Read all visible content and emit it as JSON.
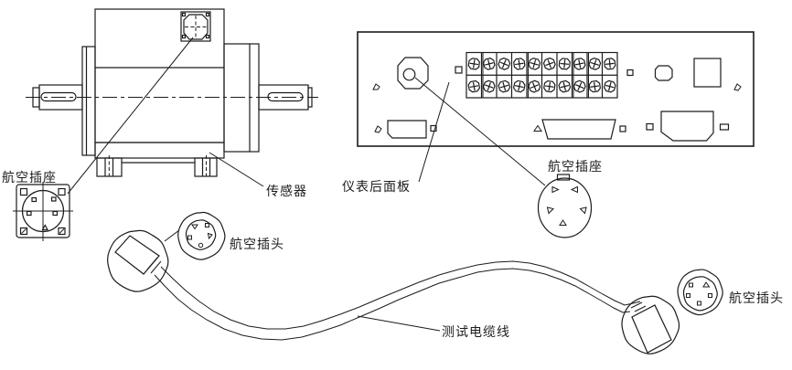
{
  "diagram": {
    "type": "technical-line-diagram",
    "labels": {
      "sensor_socket": "航空插座",
      "sensor": "传感器",
      "instrument_rear_panel": "仪表后面板",
      "panel_socket": "航空插座",
      "left_plug": "航空插头",
      "right_plug": "航空插头",
      "test_cable": "测试电缆线"
    },
    "colors": {
      "line": "#1c1c1c",
      "background": "#ffffff"
    }
  }
}
